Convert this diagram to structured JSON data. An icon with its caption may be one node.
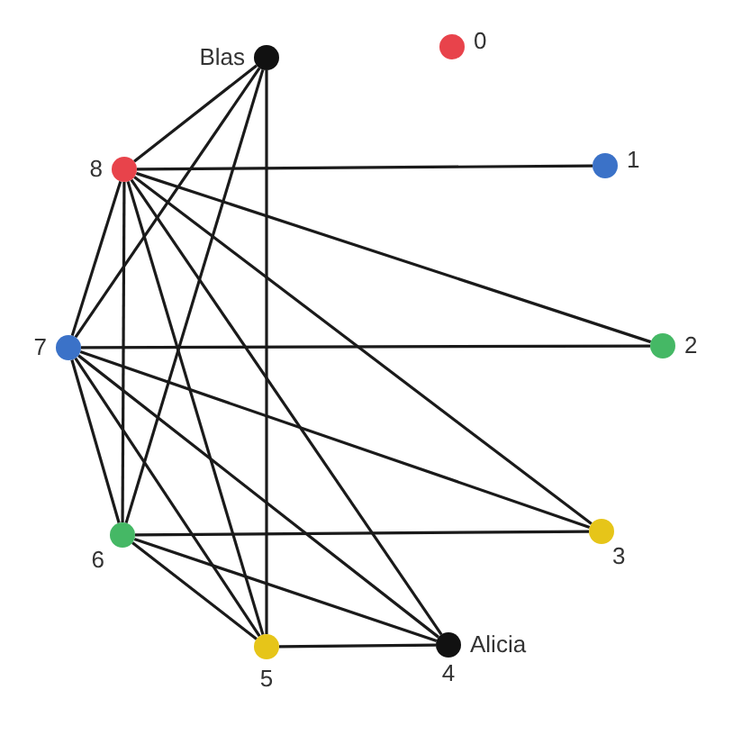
{
  "diagram": {
    "nodes": [
      {
        "text": [],
        "shape": "circle",
        "beside": [
          "Blas"
        ]
      },
      {
        "text": [],
        "shape": "circle",
        "beside": [
          "0"
        ]
      },
      {
        "text": [],
        "shape": "circle",
        "beside": [
          "8"
        ]
      },
      {
        "text": [],
        "shape": "circle",
        "beside": [
          "1"
        ]
      },
      {
        "text": [],
        "shape": "circle",
        "beside": [
          "7"
        ]
      },
      {
        "text": [],
        "shape": "circle",
        "beside": [
          "2"
        ]
      },
      {
        "text": [],
        "shape": "circle",
        "beside": [
          "6"
        ]
      },
      {
        "text": [],
        "shape": "circle",
        "beside": [
          "3"
        ]
      },
      {
        "text": [],
        "shape": "circle",
        "beside": [
          "5"
        ]
      },
      {
        "text": [],
        "shape": "circle",
        "beside": [
          "Alicia",
          "4"
        ]
      }
    ],
    "edges": [
      {
        "from": 0,
        "to": 2,
        "arrow": "none"
      },
      {
        "from": 0,
        "to": 4,
        "arrow": "none"
      },
      {
        "from": 0,
        "to": 6,
        "arrow": "none"
      },
      {
        "from": 0,
        "to": 8,
        "arrow": "none"
      },
      {
        "from": 2,
        "to": 3,
        "arrow": "none"
      },
      {
        "from": 2,
        "to": 5,
        "arrow": "none"
      },
      {
        "from": 2,
        "to": 7,
        "arrow": "none"
      },
      {
        "from": 2,
        "to": 4,
        "arrow": "none"
      },
      {
        "from": 2,
        "to": 6,
        "arrow": "none"
      },
      {
        "from": 2,
        "to": 8,
        "arrow": "none"
      },
      {
        "from": 2,
        "to": 9,
        "arrow": "none"
      },
      {
        "from": 4,
        "to": 5,
        "arrow": "none"
      },
      {
        "from": 4,
        "to": 7,
        "arrow": "none"
      },
      {
        "from": 4,
        "to": 6,
        "arrow": "none"
      },
      {
        "from": 4,
        "to": 8,
        "arrow": "none"
      },
      {
        "from": 4,
        "to": 9,
        "arrow": "none"
      },
      {
        "from": 6,
        "to": 7,
        "arrow": "none"
      },
      {
        "from": 6,
        "to": 8,
        "arrow": "none"
      },
      {
        "from": 6,
        "to": 9,
        "arrow": "none"
      },
      {
        "from": 8,
        "to": 9,
        "arrow": "none"
      }
    ]
  }
}
